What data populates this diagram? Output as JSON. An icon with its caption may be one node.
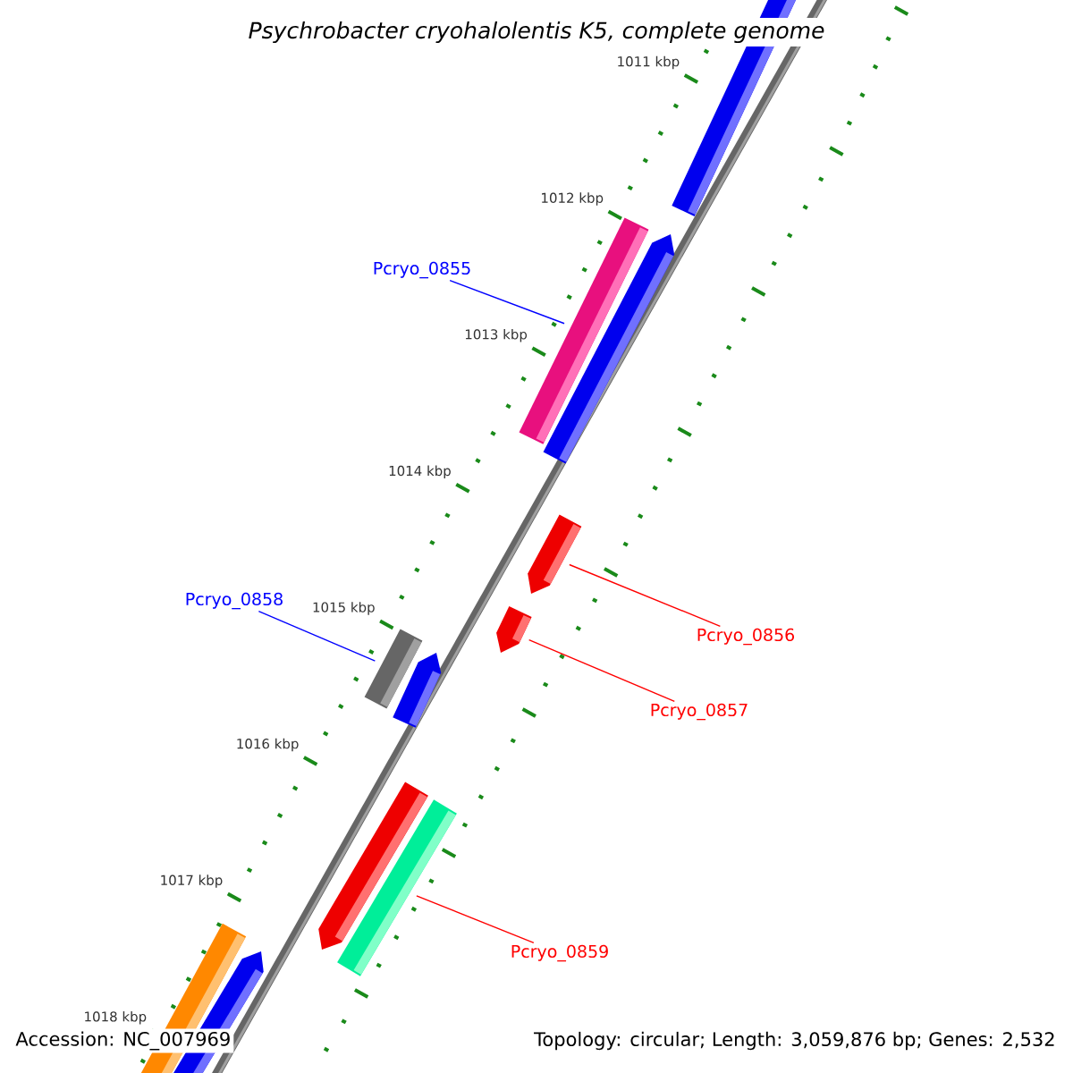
{
  "diagram": {
    "title": "Psychrobacter cryohalolentis K5, complete genome",
    "nodes": [
      {
        "text": [
          "Pcryo_0855"
        ]
      },
      {
        "text": [],
        "shape": "bar"
      },
      {
        "text": [],
        "shape": "bar"
      },
      {
        "text": [
          "Pcryo_0858"
        ]
      },
      {
        "text": [],
        "shape": "bar"
      },
      {
        "text": [
          "Pcryo_0856"
        ]
      },
      {
        "text": [],
        "shape": "bar"
      },
      {
        "text": [
          "Pcryo_0857"
        ]
      },
      {
        "text": [],
        "shape": "bar"
      },
      {
        "text": [
          "Pcryo_0859"
        ]
      }
    ],
    "edges": [
      {
        "from": 0,
        "to": 1,
        "arrow": "none",
        "color": "#0000ff"
      },
      {
        "from": 3,
        "to": 4,
        "arrow": "none",
        "color": "#0000ff"
      },
      {
        "from": 5,
        "to": 2,
        "arrow": "none"
      },
      {
        "from": 7,
        "to": 6,
        "arrow": "none"
      },
      {
        "from": 9,
        "to": 8,
        "arrow": "none"
      }
    ],
    "labels": [
      "1011 kbp",
      "1012 kbp",
      "1013 kbp",
      "1014 kbp",
      "1015 kbp",
      "1016 kbp",
      "1017 kbp",
      "1018 kbp",
      "Accession: NC_007969",
      "Topology: circular; Length: 3,059,876 bp; Genes: 2,532"
    ]
  }
}
